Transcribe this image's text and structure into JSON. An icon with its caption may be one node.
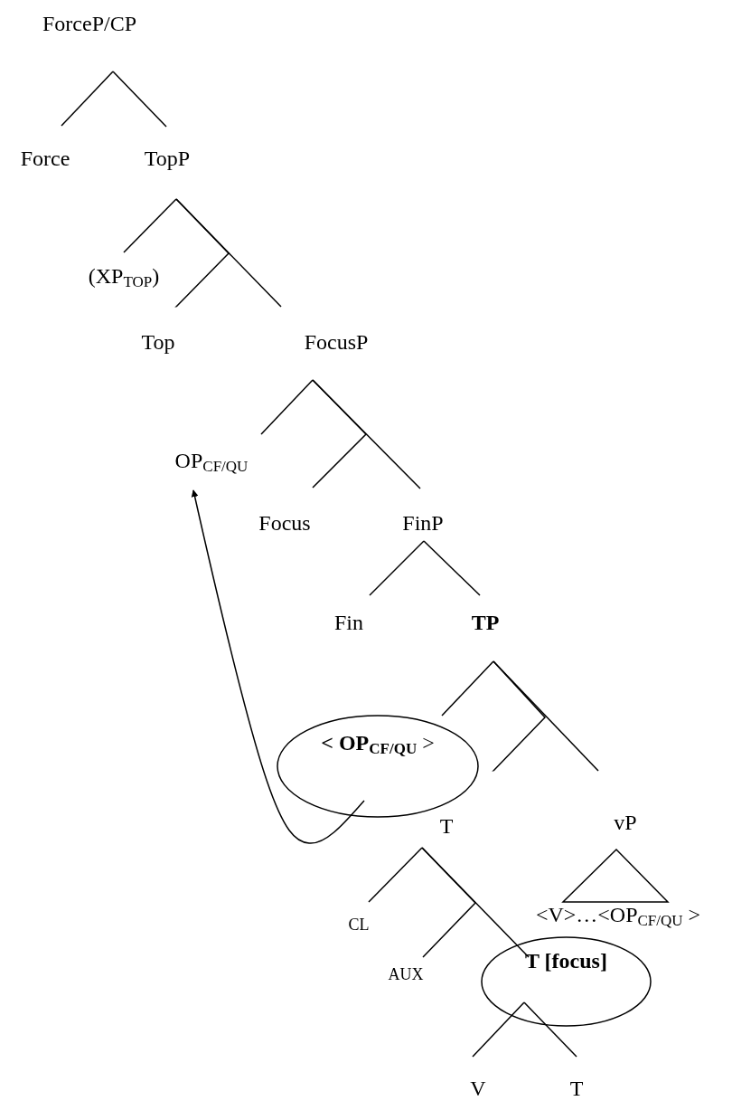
{
  "diagram": {
    "nodes": [
      {
        "text": [
          "ForceP/CP"
        ]
      },
      {
        "text": [
          "Force"
        ]
      },
      {
        "text": [
          "TopP"
        ]
      },
      {
        "text": [
          "(XP$_{TOP}$)"
        ]
      },
      {
        "text": [
          "Top"
        ]
      },
      {
        "text": [
          "FocusP"
        ]
      },
      {
        "text": [
          "OP$_{CF/QU}$"
        ]
      },
      {
        "text": [
          "Focus"
        ]
      },
      {
        "text": [
          "FinP"
        ]
      },
      {
        "text": [
          "Fin"
        ]
      },
      {
        "text": [
          "TP"
        ]
      },
      {
        "text": [
          "**< OP$_{CF/QU}$** >"
        ]
      },
      {
        "text": [
          "T"
        ]
      },
      {
        "text": [
          "vP"
        ]
      },
      {
        "text": [
          "<V>…<OP$_{CF/QU}$ >"
        ]
      },
      {
        "text": [
          "CL"
        ]
      },
      {
        "text": [
          "AUX"
        ]
      },
      {
        "text": [
          "T [focus]"
        ]
      },
      {
        "text": [
          "V"
        ]
      },
      {
        "text": [
          "T"
        ]
      }
    ],
    "edges": [
      {
        "from": 0,
        "to": 1,
        "arrow": "none"
      },
      {
        "from": 0,
        "to": 2,
        "arrow": "none"
      },
      {
        "from": 2,
        "to": 3,
        "arrow": "none"
      },
      {
        "from": 2,
        "to": 4,
        "arrow": "none"
      },
      {
        "from": 2,
        "to": 5,
        "arrow": "none"
      },
      {
        "from": 5,
        "to": 6,
        "arrow": "none"
      },
      {
        "from": 5,
        "to": 7,
        "arrow": "none"
      },
      {
        "from": 5,
        "to": 8,
        "arrow": "none"
      },
      {
        "from": 8,
        "to": 9,
        "arrow": "none"
      },
      {
        "from": 8,
        "to": 10,
        "arrow": "none"
      },
      {
        "from": 10,
        "to": 11,
        "arrow": "none"
      },
      {
        "from": 10,
        "to": 12,
        "arrow": "none"
      },
      {
        "from": 10,
        "to": 13,
        "arrow": "none"
      },
      {
        "from": 12,
        "to": 15,
        "arrow": "none"
      },
      {
        "from": 12,
        "to": 16,
        "arrow": "none"
      },
      {
        "from": 12,
        "to": 17,
        "arrow": "none"
      },
      {
        "from": 17,
        "to": 18,
        "arrow": "none"
      },
      {
        "from": 17,
        "to": 19,
        "arrow": "none"
      },
      {
        "from": 11,
        "to": 6,
        "arrow": "to"
      }
    ]
  }
}
